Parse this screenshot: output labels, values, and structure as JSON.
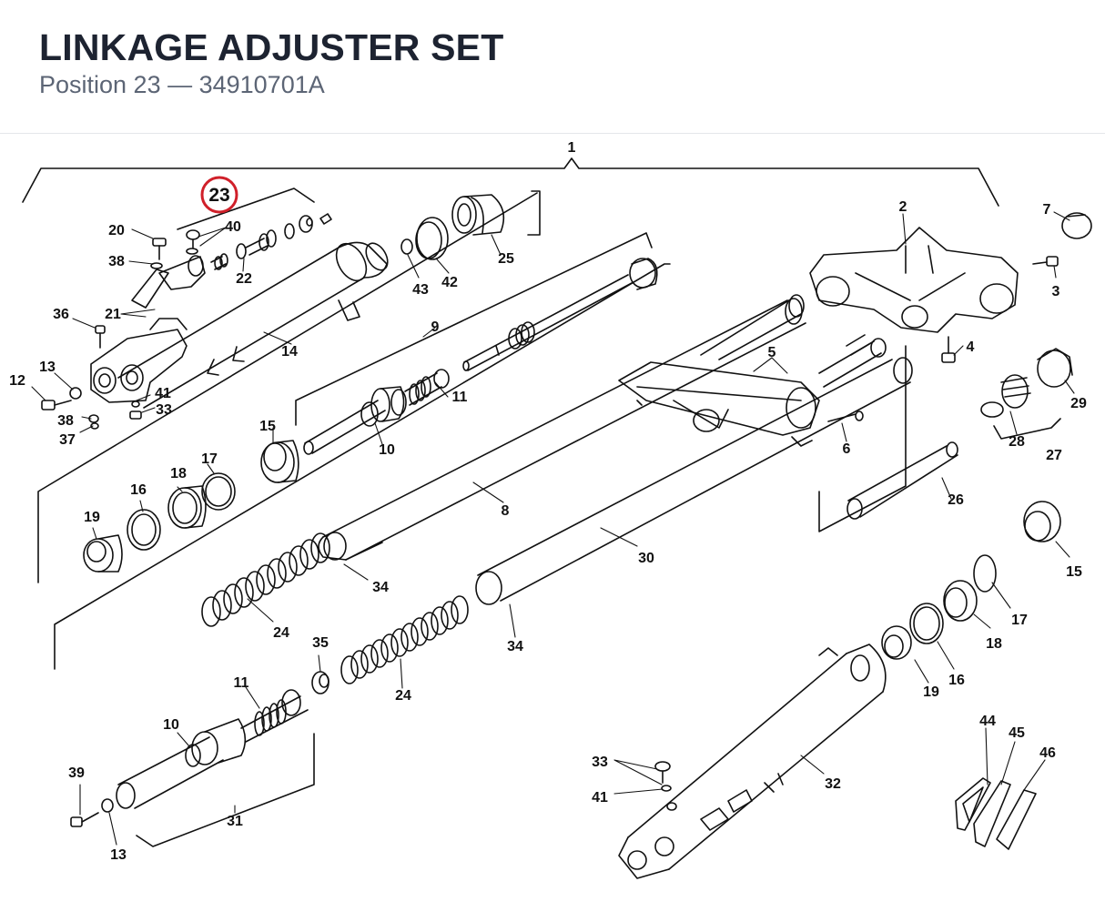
{
  "header": {
    "title": "LINKAGE ADJUSTER SET",
    "subtitle": "Position 23 — 34910701A"
  },
  "highlight": {
    "label": "23",
    "color": "#d0202a"
  },
  "callouts": {
    "c1": "1",
    "c2": "2",
    "c3": "3",
    "c4": "4",
    "c5": "5",
    "c6": "6",
    "c7": "7",
    "c8": "8",
    "c9": "9",
    "c10a": "10",
    "c10b": "10",
    "c11a": "11",
    "c11b": "11",
    "c12": "12",
    "c13a": "13",
    "c13b": "13",
    "c14": "14",
    "c15a": "15",
    "c15b": "15",
    "c16a": "16",
    "c16b": "16",
    "c17a": "17",
    "c17b": "17",
    "c18a": "18",
    "c18b": "18",
    "c19a": "19",
    "c19b": "19",
    "c20": "20",
    "c21": "21",
    "c22": "22",
    "c24a": "24",
    "c24b": "24",
    "c25": "25",
    "c26": "26",
    "c27": "27",
    "c28": "28",
    "c29": "29",
    "c30": "30",
    "c31": "31",
    "c32": "32",
    "c33a": "33",
    "c33b": "33",
    "c34a": "34",
    "c34b": "34",
    "c35": "35",
    "c36": "36",
    "c37": "37",
    "c38a": "38",
    "c38b": "38",
    "c39": "39",
    "c40": "40",
    "c41a": "41",
    "c41b": "41",
    "c42": "42",
    "c43": "43",
    "c44": "44",
    "c45": "45",
    "c46": "46"
  }
}
